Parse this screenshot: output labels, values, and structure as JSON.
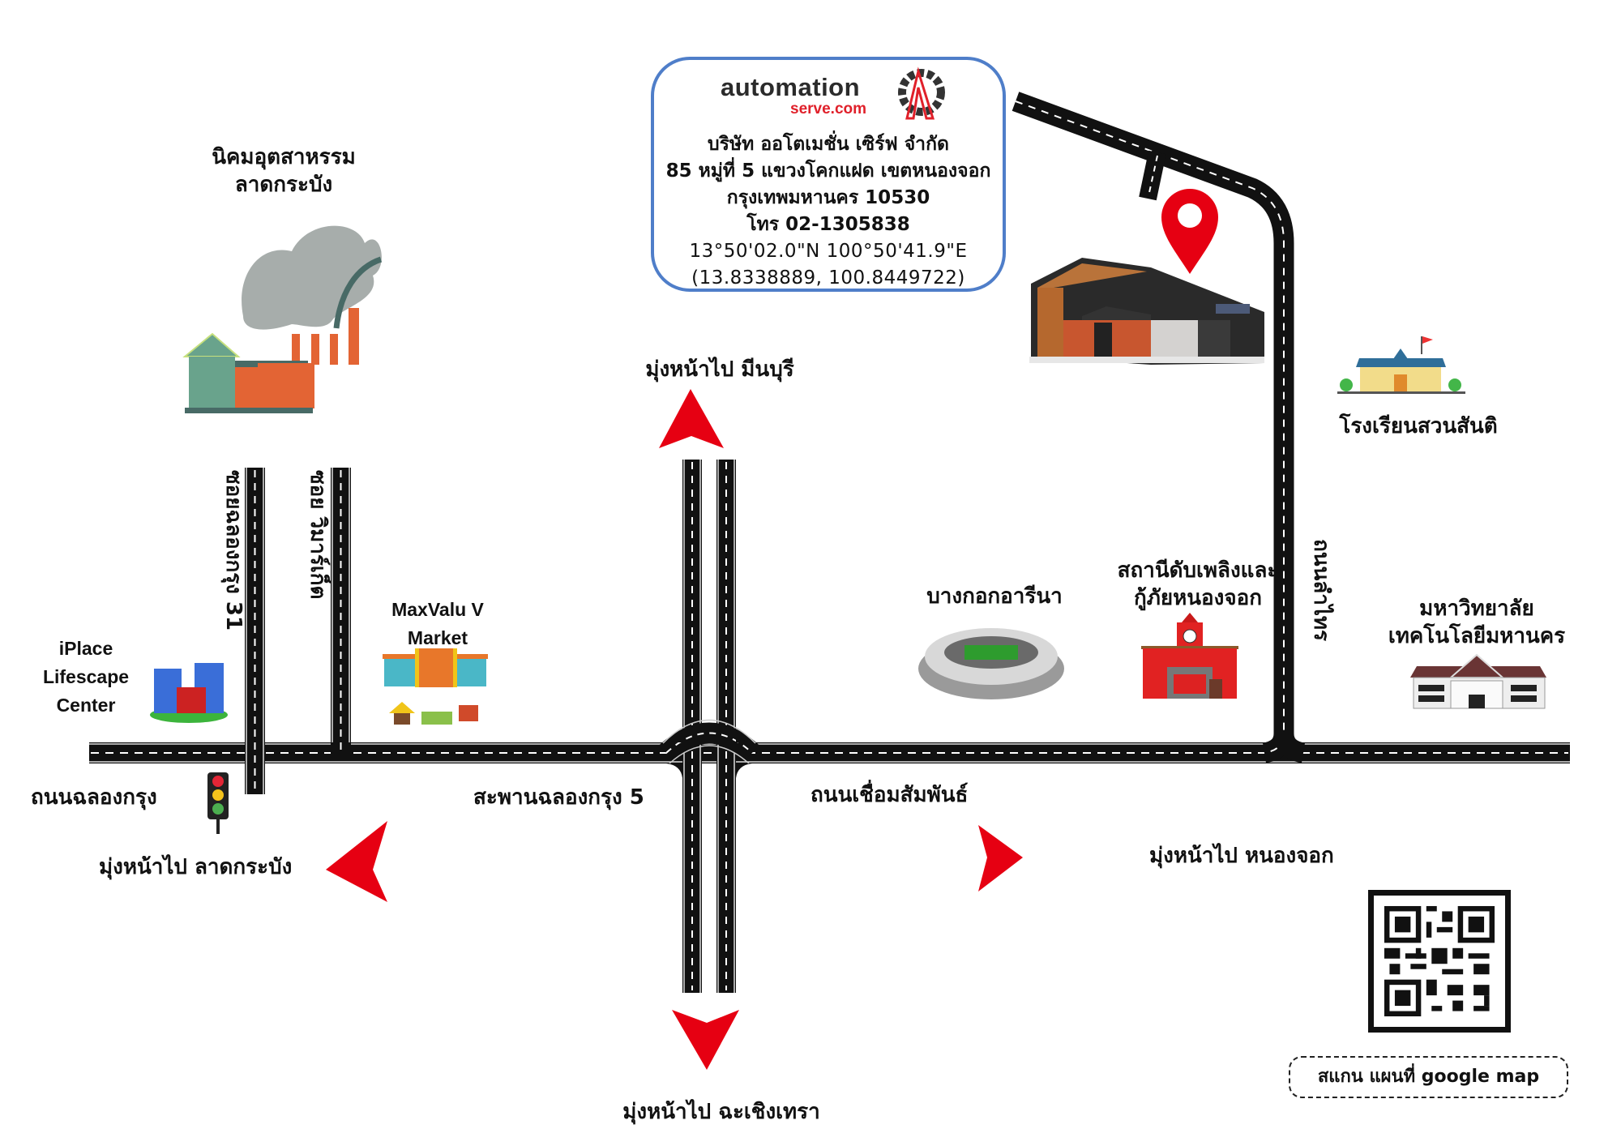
{
  "company": {
    "logo_main": "automation",
    "logo_sub": "serve.com",
    "name": "บริษัท ออโตเมชั่น เซิร์ฟ จำกัด",
    "address_line1": "85 หมู่ที่ 5 แขวงโคกแฝด เขตหนองจอก",
    "address_line2": "กรุงเทพมหานคร 10530",
    "phone": "โทร 02-1305838",
    "coords_dms": "13°50'02.0\"N 100°50'41.9\"E",
    "coords_decimal": "(13.8338889, 100.8449722)"
  },
  "landmarks": {
    "industrial_estate": [
      "นิคมอุตสาหรรม",
      "ลาดกระบัง"
    ],
    "iplace": [
      "iPlace",
      "Lifescape",
      "Center"
    ],
    "maxvalu": [
      "MaxValu V",
      "Market"
    ],
    "arena": "บางกอกอารีนา",
    "fire_station": [
      "สถานีดับเพลิงและ",
      "กู้ภัยหนองจอก"
    ],
    "school": "โรงเรียนสวนสันติ",
    "university": [
      "มหาวิทยาลัย",
      "เทคโนโลยีมหานคร"
    ]
  },
  "roads": {
    "soi_31": "ซอยฉลองกรุง 31",
    "soi_market": "ซอย วิมาร์เก็ต",
    "chalong_krung": "ถนนฉลองกรุง",
    "bridge": "สะพานฉลองกรุง 5",
    "chueam_samphan": "ถนนเชื่อมสัมพันธ์",
    "lam_sai": "ถนนลำไทร"
  },
  "directions": {
    "north": "มุ่งหน้าไป มีนบุรี",
    "south": "มุ่งหน้าไป ฉะเชิงเทรา",
    "west": "มุ่งหน้าไป ลาดกระบัง",
    "east": "มุ่งหน้าไป หนองจอก"
  },
  "qr": {
    "label": "สแกน แผนที่ google map"
  },
  "colors": {
    "arrow": "#e60012",
    "pin": "#e60012",
    "box_border": "#4f7ec9",
    "road": "#111111"
  }
}
